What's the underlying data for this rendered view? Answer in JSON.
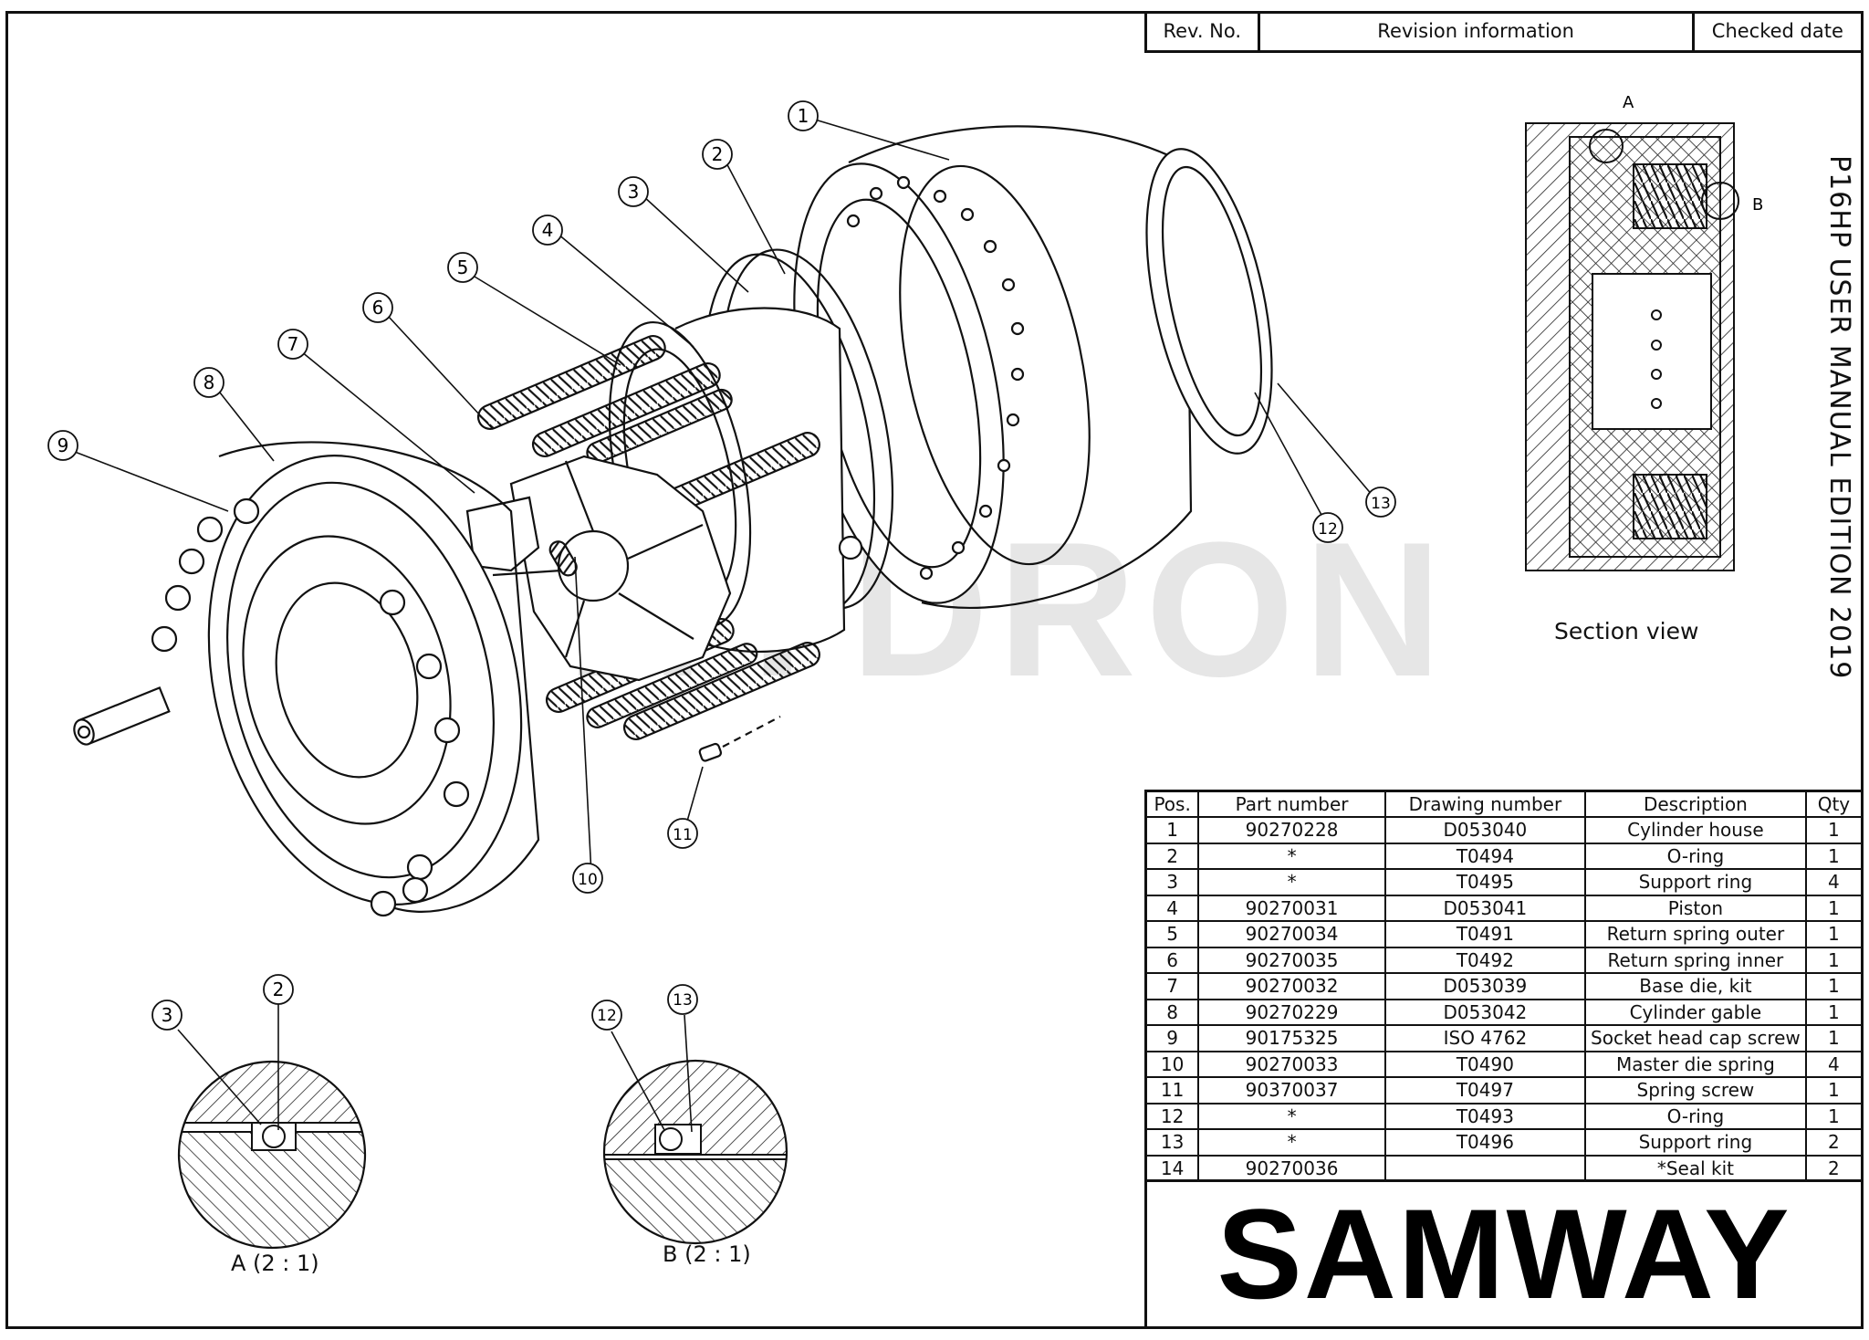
{
  "revision_header": {
    "rev_no": "Rev. No.",
    "revision_information": "Revision information",
    "checked_date": "Checked date"
  },
  "manual_title": "P16HP USER MANUAL EDITION  2019",
  "section_view_label": "Section view",
  "section_letters": {
    "a": "A",
    "b": "B"
  },
  "detail_a_label": "A (2 : 1)",
  "detail_b_label": "B (2 : 1)",
  "watermark": "HYDRON",
  "parts_list": {
    "headers": [
      "Pos.",
      "Part number",
      "Drawing number",
      "Description",
      "Qty"
    ],
    "rows": [
      [
        "1",
        "90270228",
        "D053040",
        "Cylinder house",
        "1"
      ],
      [
        "2",
        "*",
        "T0494",
        "O-ring",
        "1"
      ],
      [
        "3",
        "*",
        "T0495",
        "Support ring",
        "4"
      ],
      [
        "4",
        "90270031",
        "D053041",
        "Piston",
        "1"
      ],
      [
        "5",
        "90270034",
        "T0491",
        "Return spring outer",
        "1"
      ],
      [
        "6",
        "90270035",
        "T0492",
        "Return spring inner",
        "1"
      ],
      [
        "7",
        "90270032",
        "D053039",
        "Base die, kit",
        "1"
      ],
      [
        "8",
        "90270229",
        "D053042",
        "Cylinder gable",
        "1"
      ],
      [
        "9",
        "90175325",
        "ISO 4762",
        "Socket head cap screw",
        "1"
      ],
      [
        "10",
        "90270033",
        "T0490",
        "Master die spring",
        "4"
      ],
      [
        "11",
        "90370037",
        "T0497",
        "Spring screw",
        "1"
      ],
      [
        "12",
        "*",
        "T0493",
        "O-ring",
        "1"
      ],
      [
        "13",
        "*",
        "T0496",
        "Support ring",
        "2"
      ],
      [
        "14",
        "90270036",
        "",
        "*Seal kit",
        "2"
      ]
    ]
  },
  "balloons": {
    "main": [
      "1",
      "2",
      "3",
      "4",
      "5",
      "6",
      "7",
      "8",
      "9",
      "10",
      "11",
      "12",
      "13"
    ],
    "detail_a": [
      "3",
      "2"
    ],
    "detail_b": [
      "12",
      "13"
    ]
  },
  "logo": "SAMWAY"
}
